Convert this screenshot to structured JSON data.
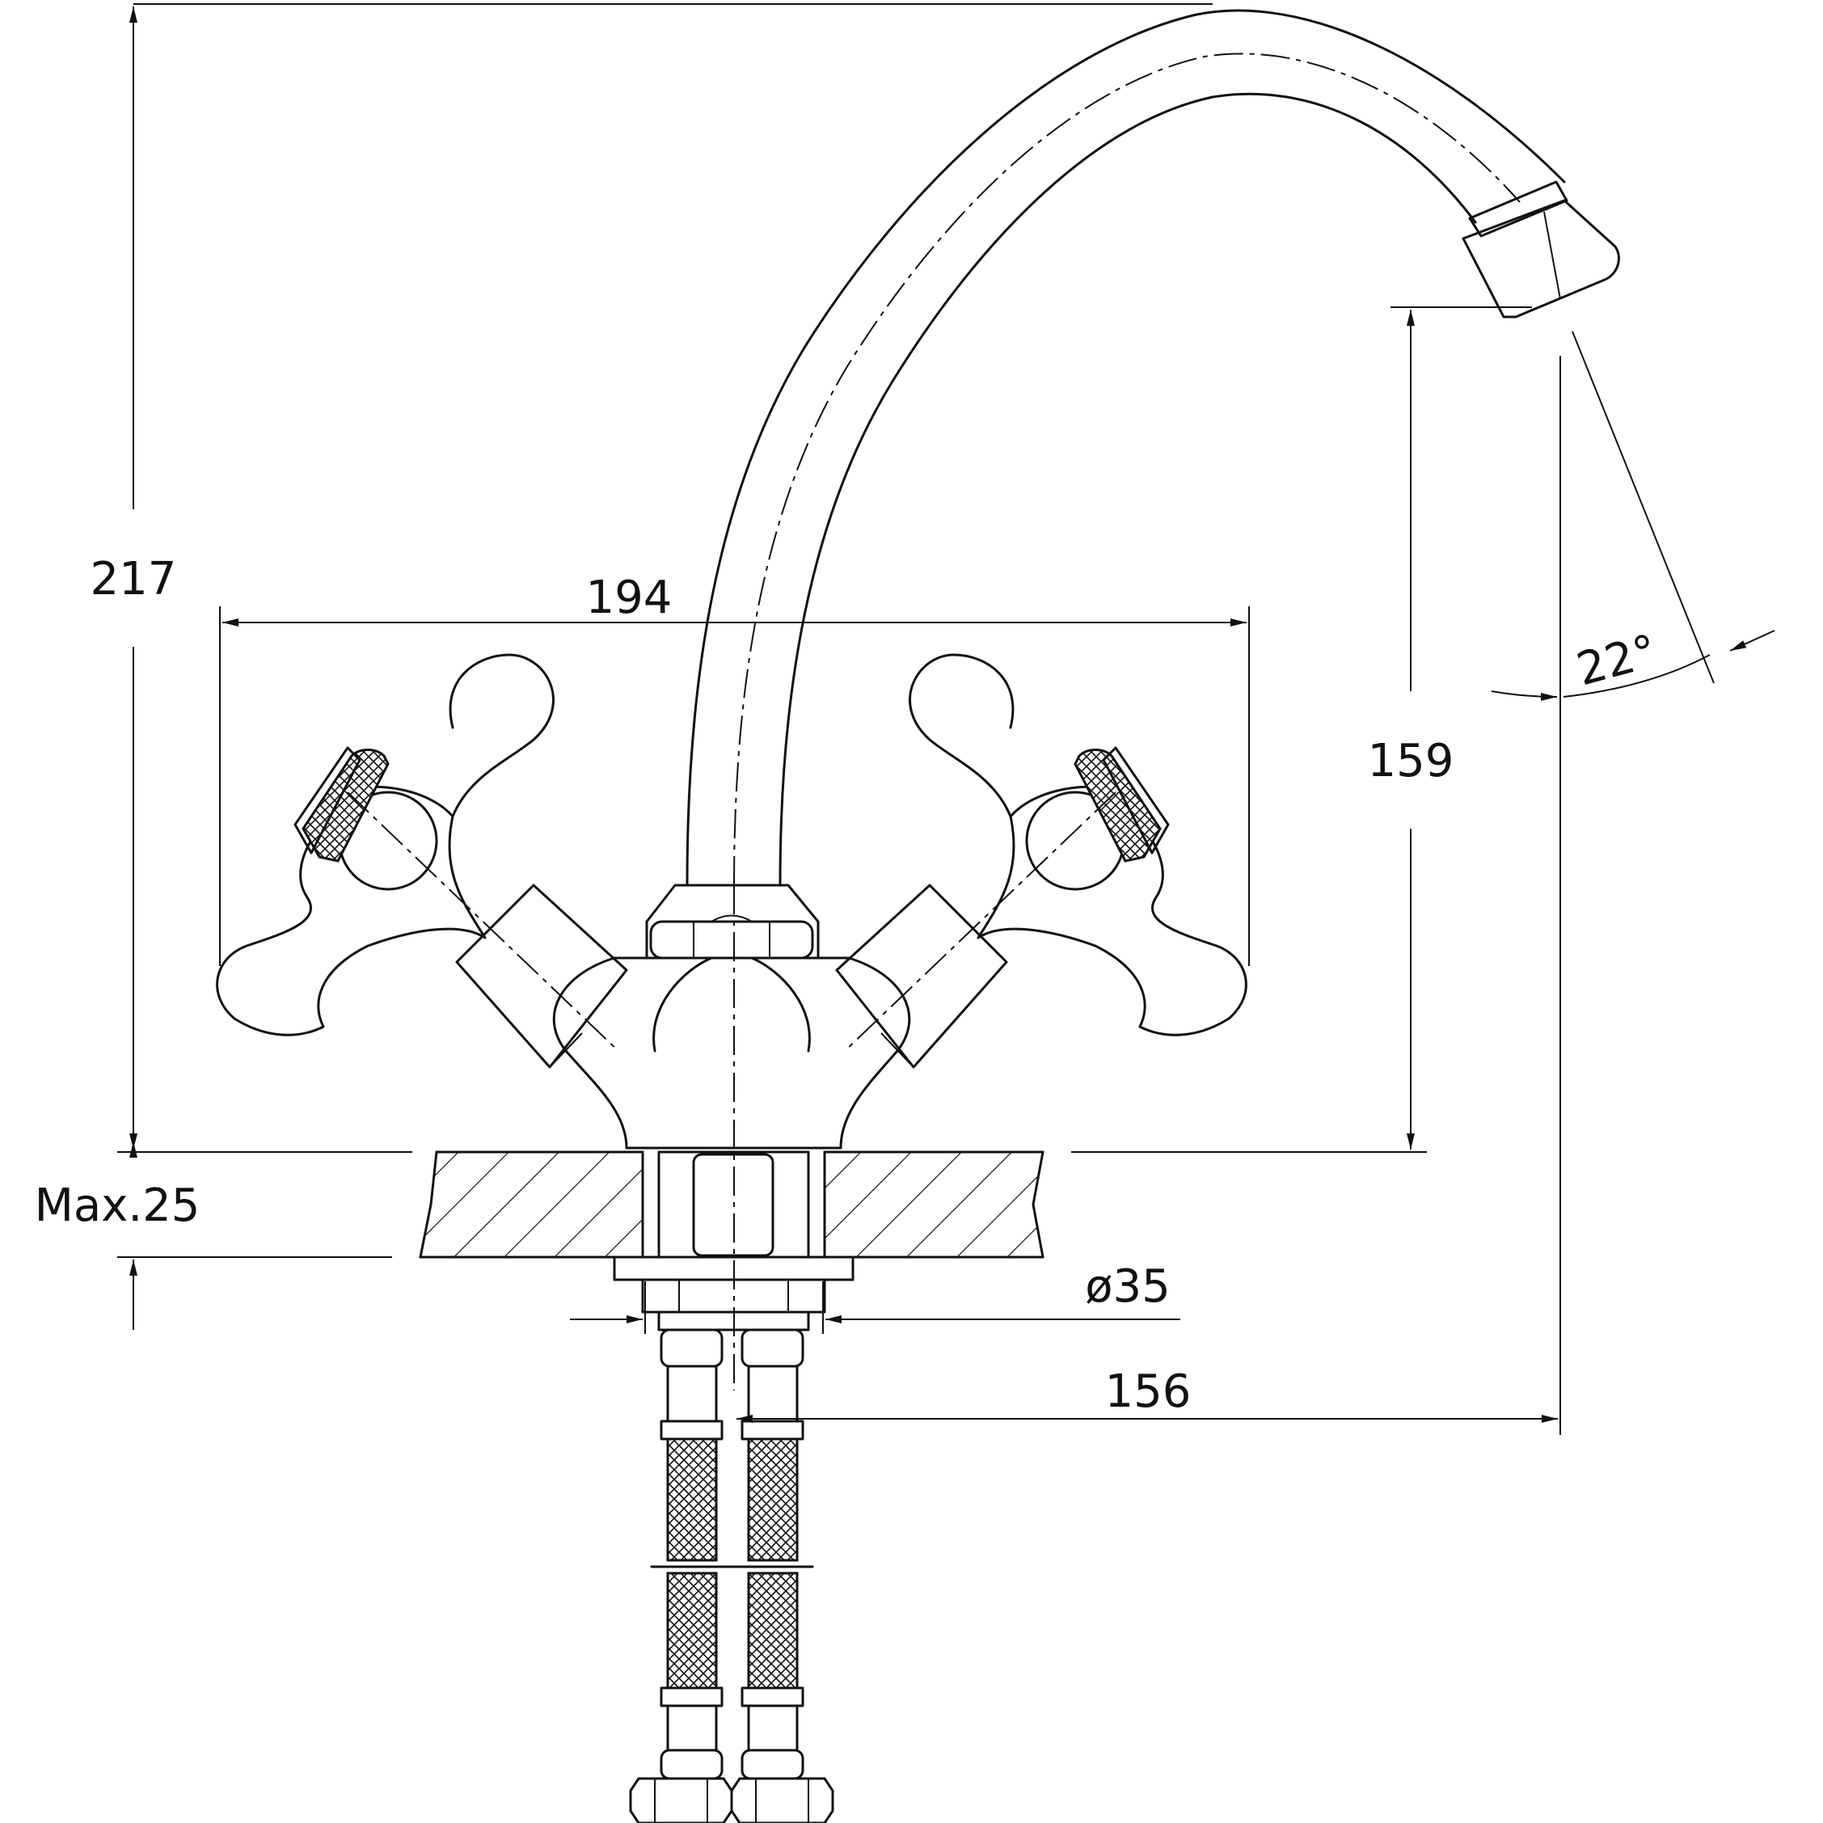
{
  "dimensions": {
    "total_height": "217",
    "handle_span": "194",
    "spout_height": "159",
    "spout_angle": "22°",
    "max_counter_thickness": "Max.25",
    "mount_diameter": "ø35",
    "spout_reach": "156"
  },
  "colors": {
    "line": "#111111",
    "background": "#ffffff"
  }
}
